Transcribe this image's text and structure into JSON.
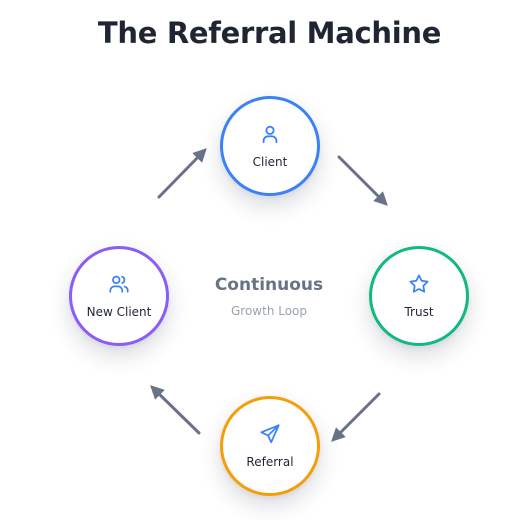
{
  "title": "The Referral Machine",
  "center": {
    "title": "Continuous",
    "subtitle": "Growth Loop"
  },
  "nodes": {
    "client": {
      "label": "Client",
      "icon": "user-icon",
      "color": "#3b82f6"
    },
    "trust": {
      "label": "Trust",
      "icon": "star-icon",
      "color": "#10b981"
    },
    "referral": {
      "label": "Referral",
      "icon": "paper-plane-icon",
      "color": "#f59e0b"
    },
    "newclient": {
      "label": "New Client",
      "icon": "users-icon",
      "color": "#8b5cf6"
    }
  },
  "arrow_color": "#687385"
}
